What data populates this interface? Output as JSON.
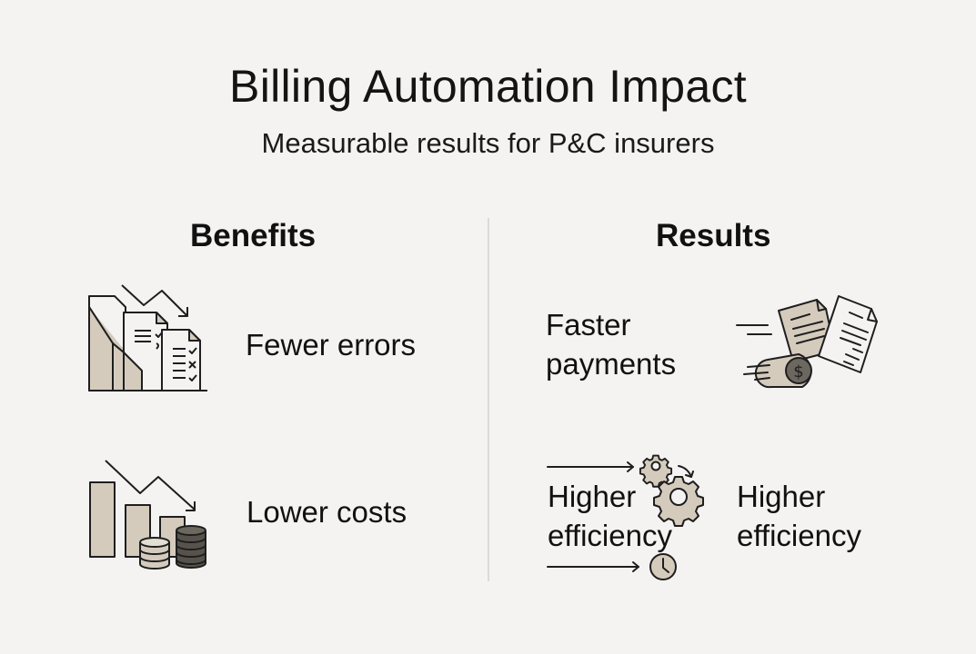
{
  "header": {
    "title": "Billing Automation Impact",
    "subtitle": "Measurable results for P&C insurers"
  },
  "benefits": {
    "heading": "Benefits",
    "items": [
      {
        "label": "Fewer errors",
        "icon": "declining-chart-with-checklists-icon"
      },
      {
        "label": "Lower costs",
        "icon": "declining-bars-with-coin-stacks-icon"
      }
    ]
  },
  "results": {
    "heading": "Results",
    "items": [
      {
        "label_line1": "Faster",
        "label_line2": "payments",
        "icon": "flying-coin-with-invoices-icon"
      },
      {
        "label_line1": "Higher",
        "label_line2": "efficiency",
        "icon": "gears-arrows-clock-icon",
        "icon_text_line1": "Higher",
        "icon_text_line2": "efficiency"
      }
    ]
  },
  "colors": {
    "background": "#f4f3f2",
    "text": "#111111",
    "icon_fill": "#d4cbbd",
    "icon_dark": "#57534c",
    "icon_stroke": "#1e1e1e",
    "divider": "#dcdad7"
  }
}
